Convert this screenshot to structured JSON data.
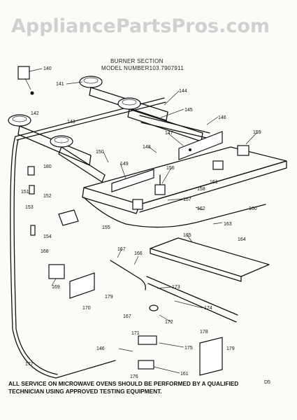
{
  "watermark": "AppliancePartsPros.com",
  "title_line1": "BURNER SECTION",
  "title_line2": "MODEL NUMBER103.7907911",
  "footer_line1": "ALL SERVICE ON MICROWAVE OVENS SHOULD BE PERFORMED BY A QUALIFIED",
  "footer_line2": "TECHNICIAN USING APPROVED TESTING EQUIPMENT.",
  "page_code": "D5",
  "callouts": {
    "c140": "140",
    "c141": "141",
    "c142": "142",
    "c143": "143",
    "c144": "144",
    "c145": "145",
    "c146a": "146",
    "c146b": "146",
    "c147": "147",
    "c148": "148",
    "c149": "149",
    "c150": "150",
    "c151": "151",
    "c152": "152",
    "c153": "153",
    "c154": "154",
    "c155": "155",
    "c156": "156",
    "c157": "157",
    "c158": "158",
    "c159": "159",
    "c160": "160",
    "c161a": "161",
    "c161b": "161",
    "c162": "162",
    "c163": "163",
    "c164": "164",
    "c165": "165",
    "c166": "166",
    "c167a": "167",
    "c167b": "167",
    "c168": "168",
    "c169": "169",
    "c170": "170",
    "c171": "171",
    "c172": "172",
    "c173": "173",
    "c174": "174",
    "c175": "175",
    "c176": "176",
    "c177": "177",
    "c178": "178",
    "c179a": "179",
    "c179b": "179",
    "c180": "180"
  }
}
